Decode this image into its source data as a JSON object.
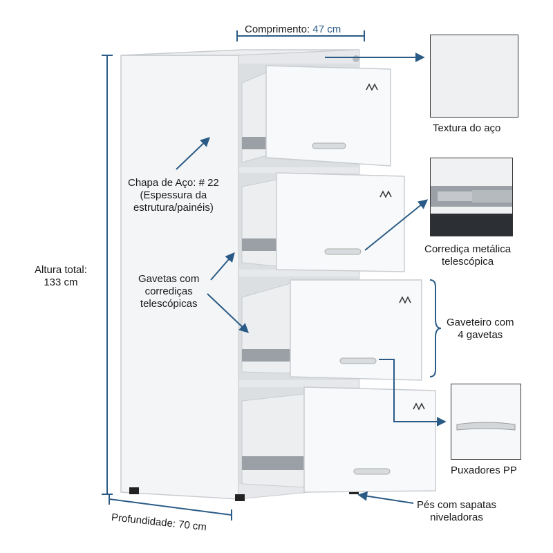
{
  "labels": {
    "length_prefix": "Comprimento: ",
    "length_value": "47 cm",
    "steel_texture": "Textura do aço",
    "steel_sheet_line1": "Chapa de Aço: # 22",
    "steel_sheet_line2": "(Espessura da",
    "steel_sheet_line3": "estrutura/painéis)",
    "slide_line1": "Corrediça metálica",
    "slide_line2": "telescópica",
    "total_height_line1": "Altura total:",
    "total_height_line2": "133 cm",
    "drawers_line1": "Gavetas com",
    "drawers_line2": "corrediças",
    "drawers_line3": "telescópicas",
    "cabinet_line1": "Gaveteiro com",
    "cabinet_line2": "4 gavetas",
    "handles": "Puxadores PP",
    "feet_line1": "Pés com sapatas",
    "feet_line2": "niveladoras",
    "depth": "Profundidade: 70 cm"
  },
  "colors": {
    "arrow": "#2a5b86",
    "cabinet": "#f4f5f6",
    "outline": "#c9ccd0",
    "interior": "#dcdfe2"
  }
}
